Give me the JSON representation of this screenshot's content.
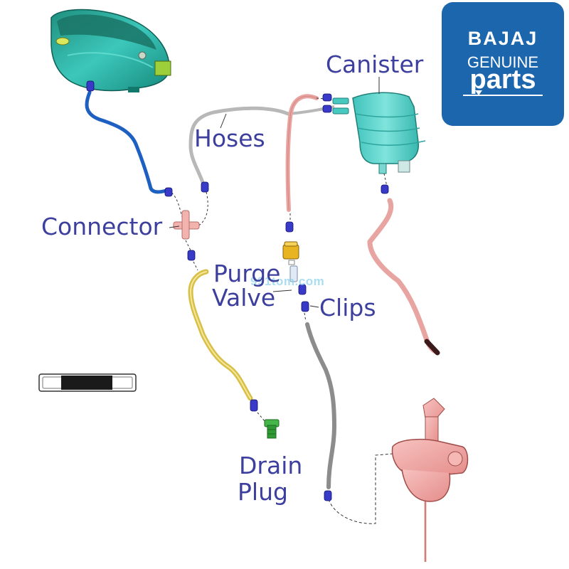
{
  "logo": {
    "brand": "BAJAJ",
    "line1": "GENUINE",
    "line2": "parts",
    "color": "#1c66ad"
  },
  "labels": {
    "canister": "Canister",
    "hoses": "Hoses",
    "connector": "Connector",
    "purge_valve_1": "Purge",
    "purge_valve_2": "Valve",
    "clips": "Clips",
    "drain_plug_1": "Drain",
    "drain_plug_2": "Plug"
  },
  "watermark": "991tom.com",
  "colors": {
    "label": "#3d3f9e",
    "clip": "#3a3ac8",
    "tank": "#2bb3a5",
    "canister": "#56d3cc",
    "fuel_hose": "#1e5fc2",
    "purge_hose": "#e8a4a0",
    "vent_hose": "#b8b8b8",
    "drain_hose": "#d8c048",
    "carb": "#f0a8a8"
  }
}
